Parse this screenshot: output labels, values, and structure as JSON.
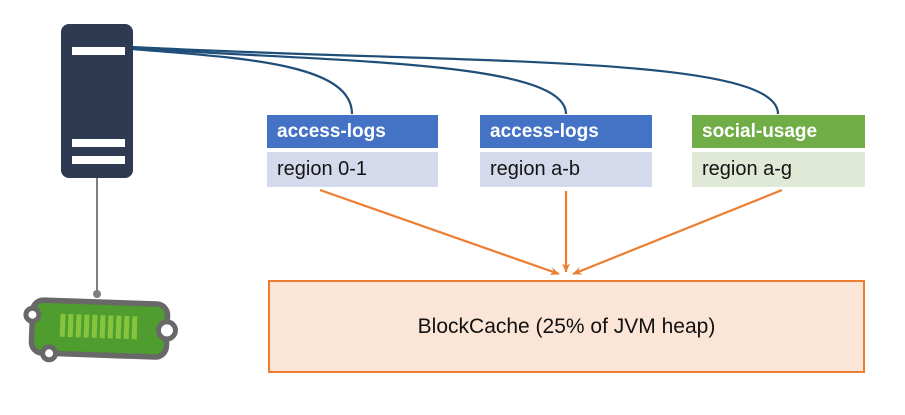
{
  "icons": {
    "server": "server-tower-icon",
    "memory": "memory-chip-icon"
  },
  "tables": [
    {
      "name": "access-logs",
      "region": "region 0-1",
      "header_color": "#4472C4",
      "body_color": "#D4DAEB"
    },
    {
      "name": "access-logs",
      "region": "region a-b",
      "header_color": "#4472C4",
      "body_color": "#D4DAEB"
    },
    {
      "name": "social-usage",
      "region": "region a-g",
      "header_color": "#70AD47",
      "body_color": "#E0E8D6"
    }
  ],
  "blockcache": {
    "label": "BlockCache (25% of JVM heap)",
    "fill_color": "#FBE5D6",
    "border_color": "#ED7D31"
  },
  "colors": {
    "server_body": "#2E3A52",
    "connector_blue": "#1F4E79",
    "arrow_orange": "#ED7D31",
    "memory_green": "#4F9D2E",
    "memory_stripe": "#85C43C",
    "memory_border": "#686868",
    "line_gray": "#7F7F7F"
  }
}
